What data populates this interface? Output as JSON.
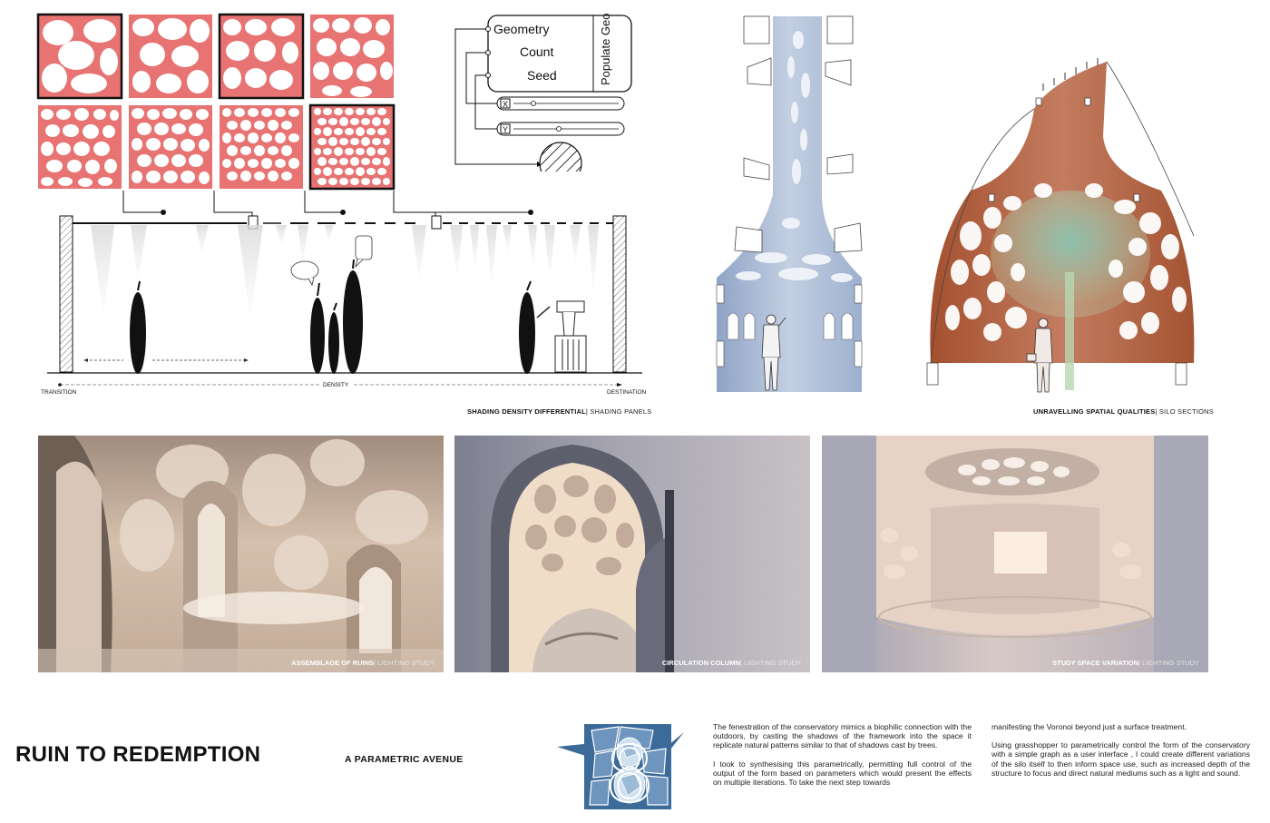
{
  "project": {
    "title": "RUIN TO REDEMPTION",
    "subtitle": "A PARAMETRIC AVENUE"
  },
  "grasshopper": {
    "inputs": [
      "Geometry",
      "Count",
      "Seed"
    ],
    "component": "Populate Geometry",
    "slider_x": "X",
    "slider_y": "Y"
  },
  "section": {
    "left_label": "TRANSITION",
    "center_label": "DENSITY",
    "right_label": "DESTINATION",
    "caption_bold": "SHADING DENSITY DIFFERENTIAL",
    "caption_sub": "| SHADING PANELS"
  },
  "silo": {
    "caption_bold": "UNRAVELLING SPATIAL QUALITIES",
    "caption_sub": "| SILO SECTIONS"
  },
  "renders": [
    {
      "bold": "ASSEMBLAGE OF RUINS",
      "sub": "| LIGHTING STUDY"
    },
    {
      "bold": "CIRCULATION COLUMN",
      "sub": "| LIGHTING STUDY"
    },
    {
      "bold": "STUDY SPACE VARIATION",
      "sub": "| LIGHTING STUDY"
    }
  ],
  "logo": {
    "numeral": "8"
  },
  "text": {
    "p1": "The fenestration of the conservatory mimics a biophilic connection with the outdoors, by casting the shadows of the framework into the space it replicate natural patterns similar to that of shadows cast by trees.",
    "p2": "I took to synthesising this parametrically, permitting full control of the output of the form based on parameters which would present the effects on multiple iterations. To take the next step towards",
    "p3": "manifesting the Voronoi beyond just a surface treatment.",
    "p4": "Using grasshopper to parametrically control the form of the conservatory with a simple graph as a user interface , I could create different variations of the silo itself to then inform space use, such as increased depth of the structure to focus and direct natural mediums such as a light and sound."
  },
  "colors": {
    "panel_red": "#e77372",
    "silo_blue": "#a9bad4",
    "silo_rust": "#b8664a",
    "logo_blue": "#3c6a99"
  }
}
